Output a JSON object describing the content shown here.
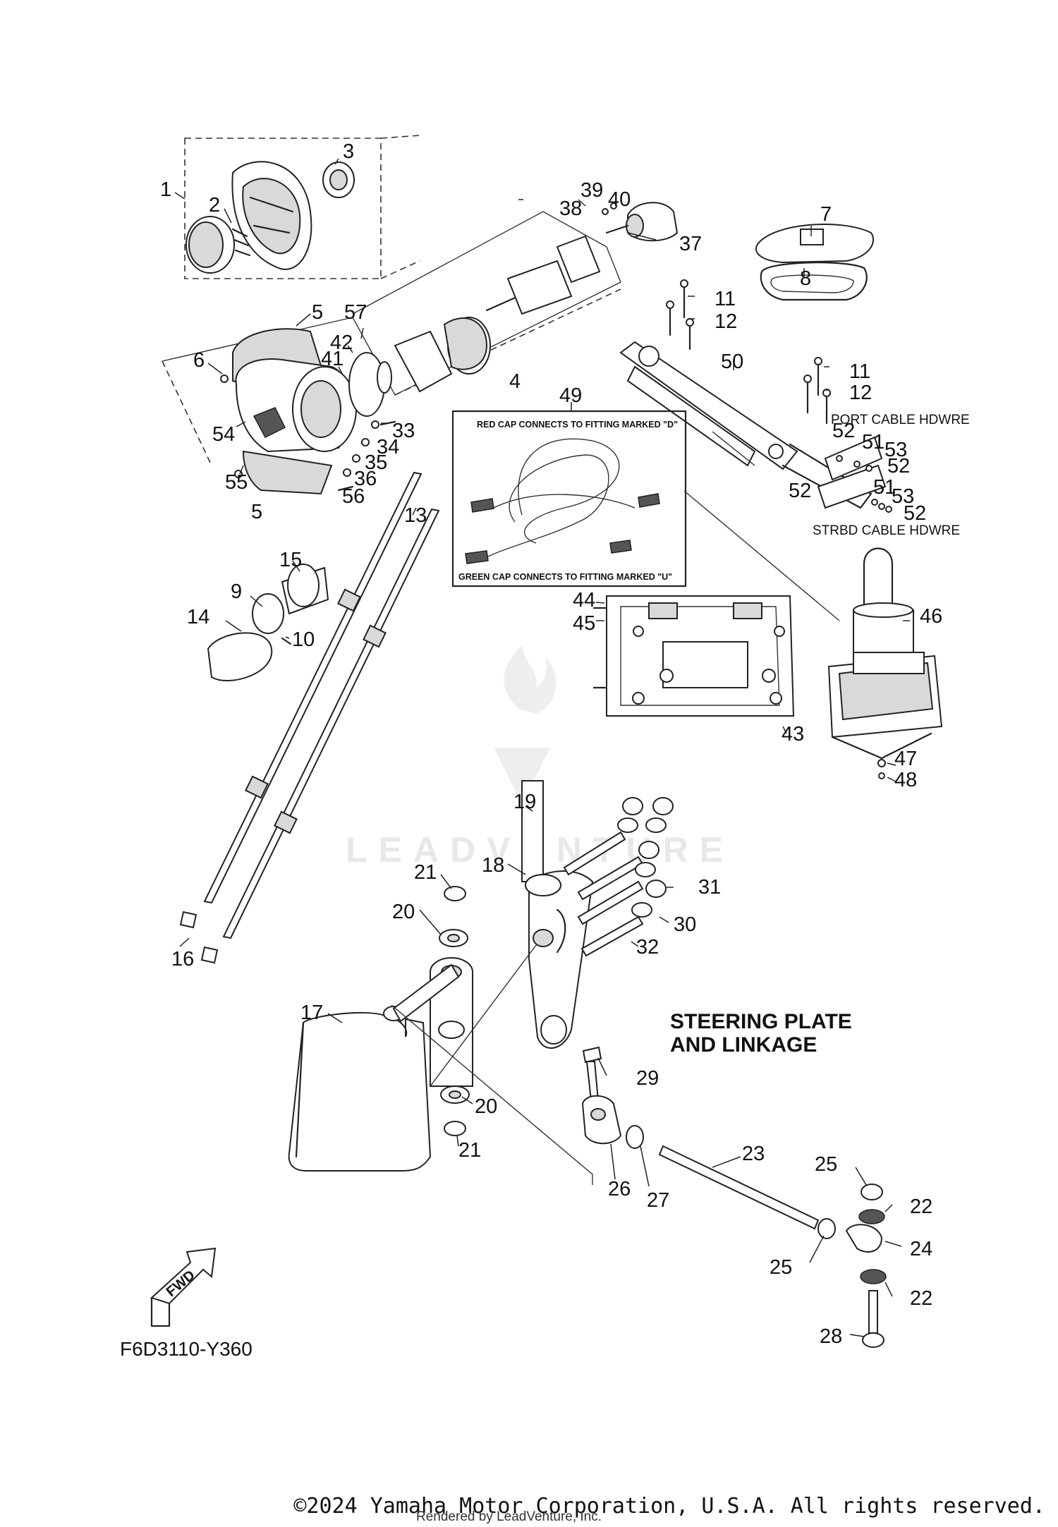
{
  "callouts": [
    {
      "n": "1"
    },
    {
      "n": "2"
    },
    {
      "n": "3"
    },
    {
      "n": "4"
    },
    {
      "n": "5"
    },
    {
      "n": "5"
    },
    {
      "n": "6"
    },
    {
      "n": "7"
    },
    {
      "n": "8"
    },
    {
      "n": "9"
    },
    {
      "n": "10"
    },
    {
      "n": "11"
    },
    {
      "n": "11"
    },
    {
      "n": "12"
    },
    {
      "n": "12"
    },
    {
      "n": "13"
    },
    {
      "n": "14"
    },
    {
      "n": "15"
    },
    {
      "n": "16"
    },
    {
      "n": "17"
    },
    {
      "n": "18"
    },
    {
      "n": "19"
    },
    {
      "n": "20"
    },
    {
      "n": "20"
    },
    {
      "n": "21"
    },
    {
      "n": "21"
    },
    {
      "n": "22"
    },
    {
      "n": "22"
    },
    {
      "n": "23"
    },
    {
      "n": "24"
    },
    {
      "n": "25"
    },
    {
      "n": "25"
    },
    {
      "n": "26"
    },
    {
      "n": "27"
    },
    {
      "n": "28"
    },
    {
      "n": "29"
    },
    {
      "n": "30"
    },
    {
      "n": "31"
    },
    {
      "n": "32"
    },
    {
      "n": "33"
    },
    {
      "n": "34"
    },
    {
      "n": "35"
    },
    {
      "n": "36"
    },
    {
      "n": "37"
    },
    {
      "n": "38"
    },
    {
      "n": "39"
    },
    {
      "n": "40"
    },
    {
      "n": "41"
    },
    {
      "n": "42"
    },
    {
      "n": "43"
    },
    {
      "n": "44"
    },
    {
      "n": "45"
    },
    {
      "n": "46"
    },
    {
      "n": "47"
    },
    {
      "n": "48"
    },
    {
      "n": "49"
    },
    {
      "n": "50"
    },
    {
      "n": "51"
    },
    {
      "n": "51"
    },
    {
      "n": "52"
    },
    {
      "n": "52"
    },
    {
      "n": "52"
    },
    {
      "n": "52"
    },
    {
      "n": "53"
    },
    {
      "n": "53"
    },
    {
      "n": "54"
    },
    {
      "n": "55"
    },
    {
      "n": "56"
    },
    {
      "n": "57"
    }
  ],
  "notes": {
    "red_cap": "RED CAP CONNECTS TO FITTING MARKED \"D\"",
    "green_cap": "GREEN CAP CONNECTS TO FITTING MARKED \"U\"",
    "port_cable": "PORT CABLE HDWRE",
    "strbd_cable": "STRBD CABLE HDWRE"
  },
  "title_line1": "STEERING PLATE",
  "title_line2": "AND LINKAGE",
  "diagram_code": "F6D3110-Y360",
  "fwd_label": "FWD",
  "watermark": "LEADVENTURE",
  "copyright": "©2024 Yamaha Motor Corporation, U.S.A. All rights reserved.",
  "rendered_by": "Rendered by LeadVenture, Inc."
}
